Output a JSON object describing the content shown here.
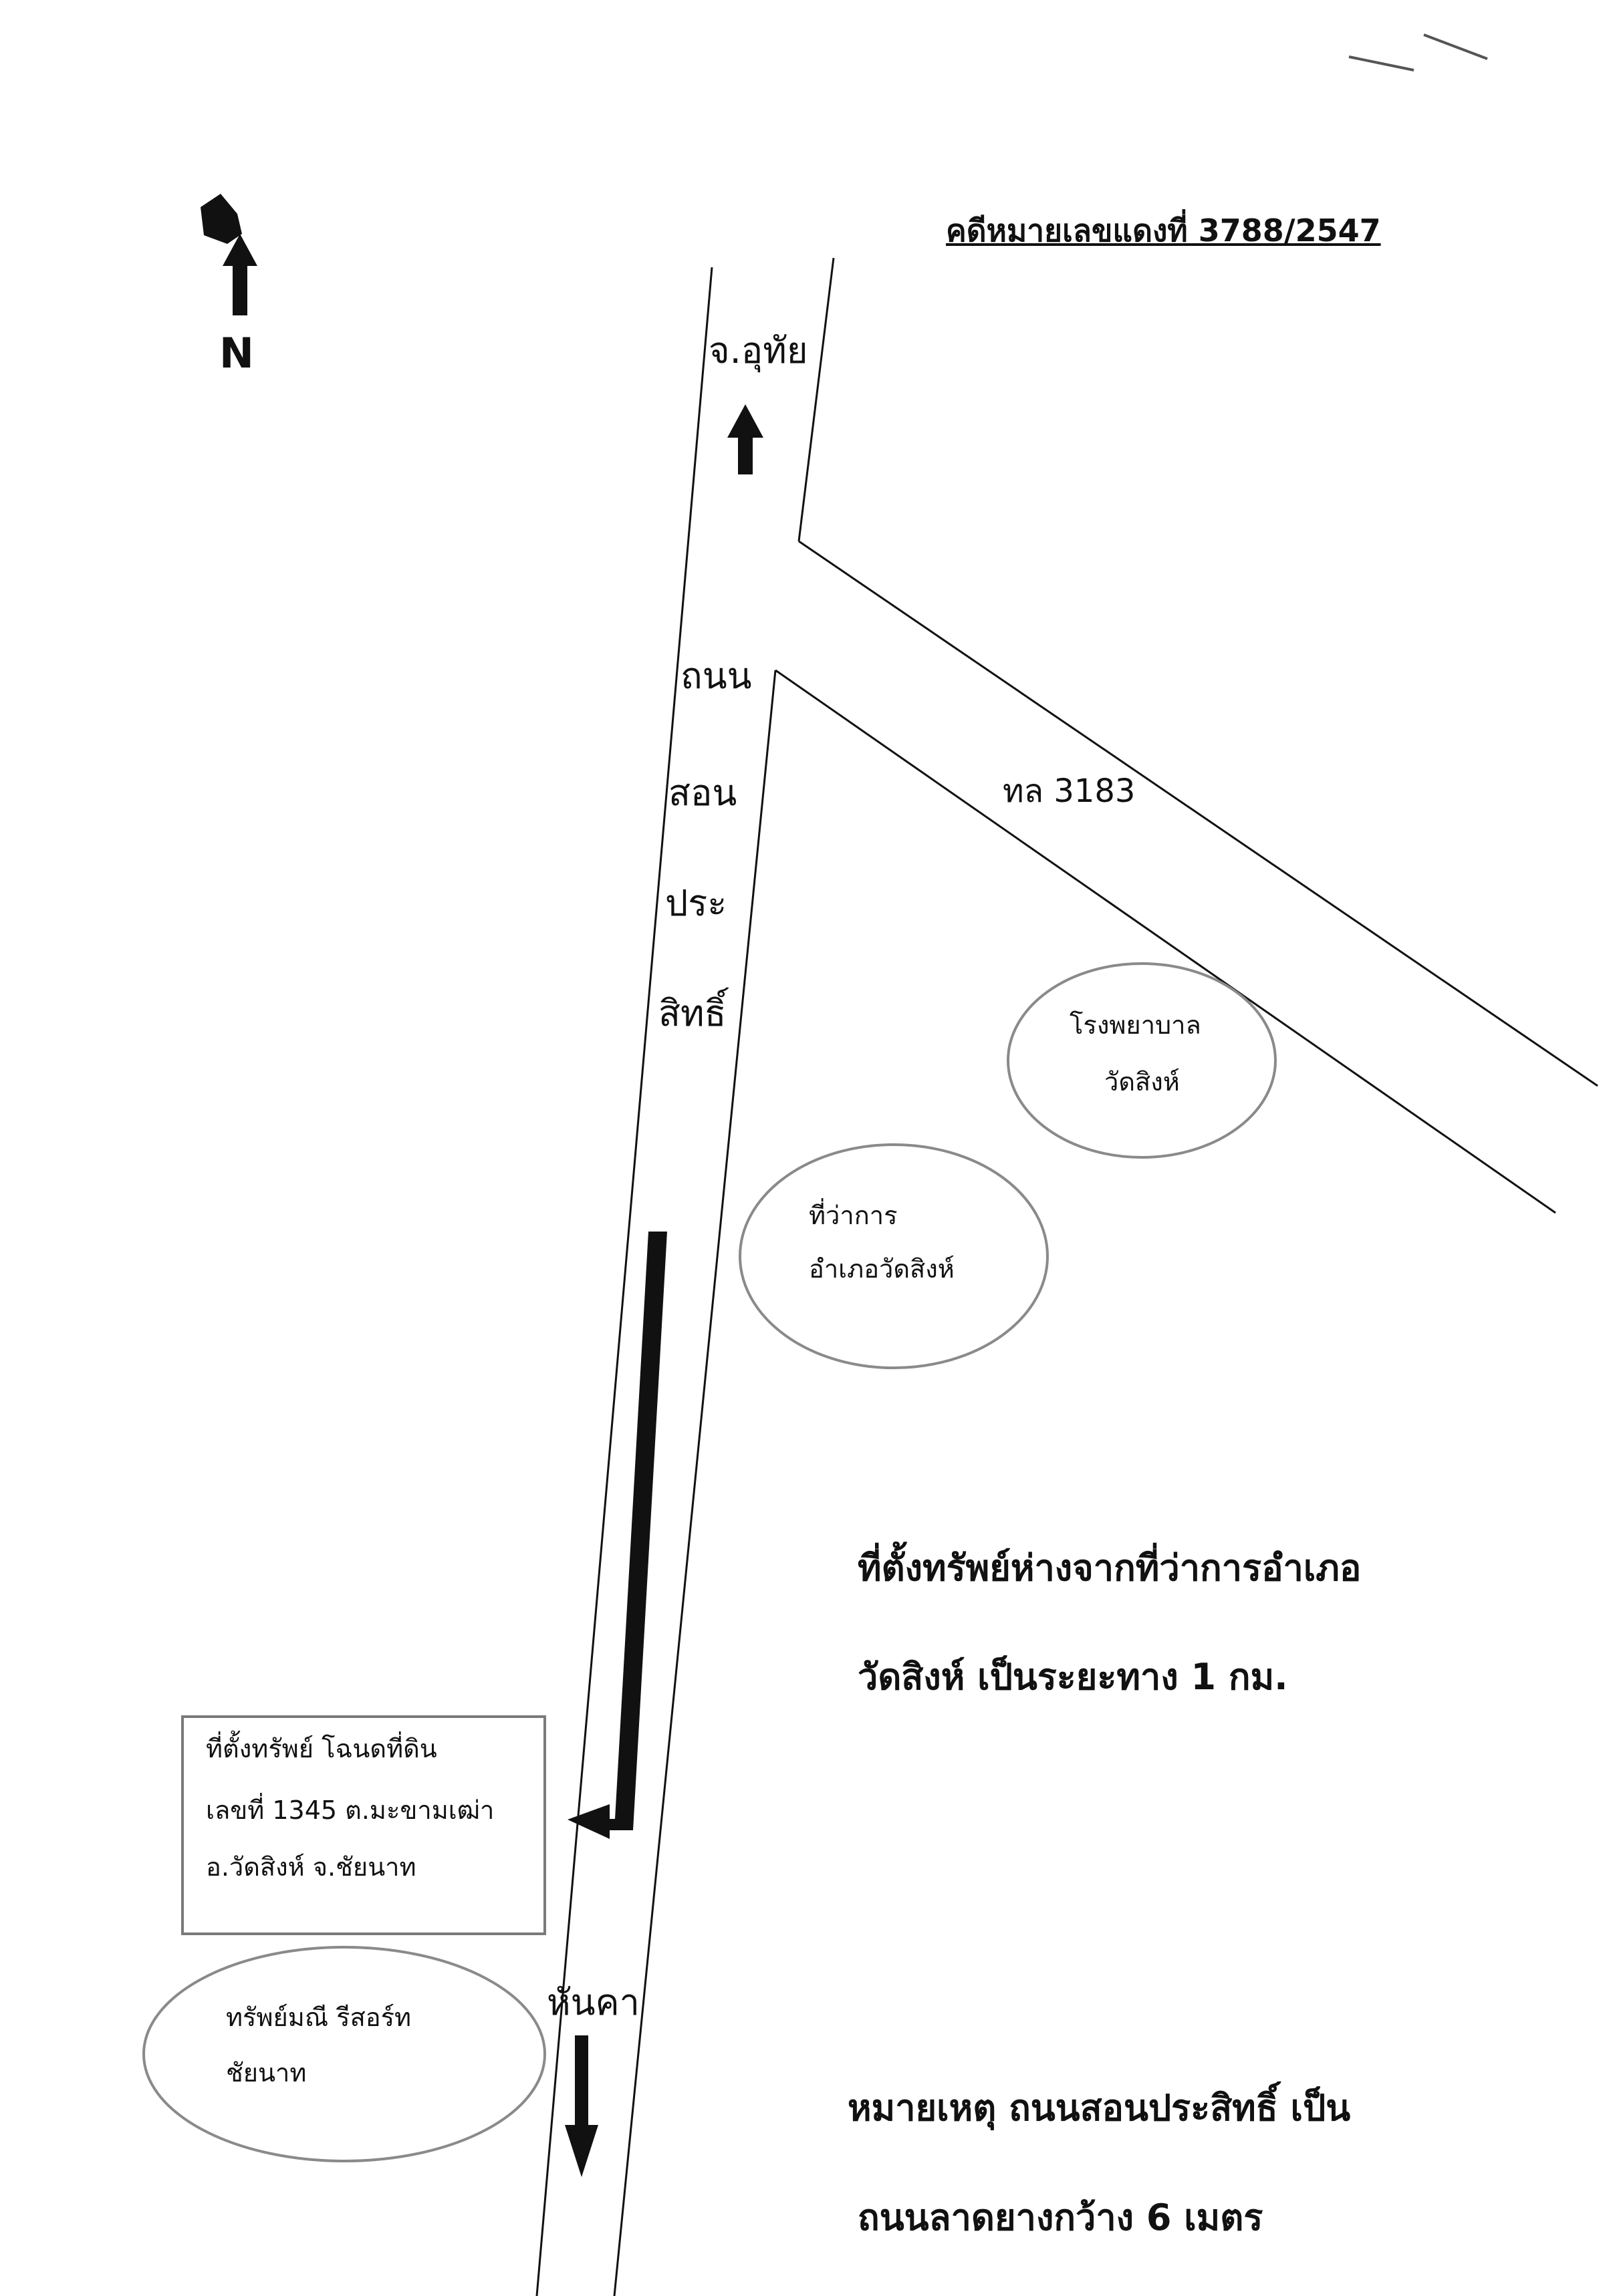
{
  "header": {
    "case_number": "คดีหมายเลขแดงที่ 3788/2547"
  },
  "compass": {
    "north_label": "N",
    "icon": "north-arrow-icon"
  },
  "roads": {
    "to_province": "จ.อุทัย",
    "main_road_name": [
      "ถนน",
      "สอน",
      "ประ",
      "สิทธิ์"
    ],
    "highway_label": "ทล 3183",
    "toward_label": "หันคา"
  },
  "landmarks": {
    "hospital": [
      "โรงพยาบาล",
      "วัดสิงห์"
    ],
    "district_office": [
      "ที่ว่าการ",
      "อำเภอวัดสิงห์"
    ],
    "resort": [
      "ทรัพย์มณี รีสอร์ท",
      "ชัยนาท"
    ]
  },
  "property_box": {
    "line1": "ที่ตั้งทรัพย์ โฉนดที่ดิน",
    "line2": "เลขที่ 1345 ต.มะขามเฒ่า",
    "line3": "อ.วัดสิงห์ จ.ชัยนาท"
  },
  "distance_note": {
    "line1": "ที่ตั้งทรัพย์ห่างจากที่ว่าการอำเภอ",
    "line2": "วัดสิงห์ เป็นระยะทาง 1 กม."
  },
  "remark": {
    "line1": "หมายเหตุ ถนนสอนประสิทธิ์ เป็น",
    "line2": "ถนนลาดยางกว้าง 6 เมตร"
  },
  "colors": {
    "ink": "#111111",
    "ellipse": "#8a8a8a",
    "box": "#7a7a7a"
  }
}
